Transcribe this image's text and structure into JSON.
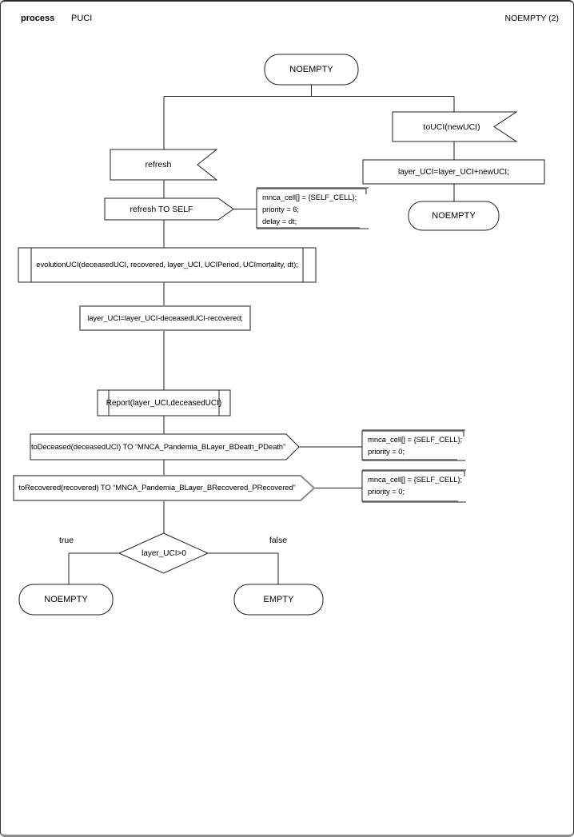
{
  "header": {
    "kind": "process",
    "name": "PUCI",
    "page": "NOEMPTY (2)"
  },
  "nodes": {
    "state_top": "NOEMPTY",
    "input_refresh": "refresh",
    "output_refresh_to_self": "refresh TO SELF",
    "comment_refresh": {
      "line1": "mnca_cell[] = {SELF_CELL};",
      "line2": "priority = 6;",
      "line3": "delay = dt;"
    },
    "call_evolution": "evolutionUCI(deceasedUCI, recovered, layer_UCI, UCIPeriod, UCImortality, dt);",
    "task_decrease": "layer_UCI=layer_UCI-deceasedUCI-recovered;",
    "call_report": "Report(layer_UCI,deceasedUCI)",
    "output_to_deceased": "toDeceased(deceasedUCI) TO “MNCA_Pandemia_BLayer_BDeath_PDeath”",
    "comment_to_deceased": {
      "line1": "mnca_cell[] = {SELF_CELL};",
      "line2": "priority = 0;"
    },
    "output_to_recovered": "toRecovered(recovered) TO “MNCA_Pandemia_BLayer_BRecovered_PRecovered”",
    "comment_to_recovered": {
      "line1": "mnca_cell[] = {SELF_CELL};",
      "line2": "priority = 0;"
    },
    "decision": "layer_UCI>0",
    "label_true": "true",
    "label_false": "false",
    "state_true": "NOEMPTY",
    "state_false": "EMPTY",
    "input_touci": "toUCI(newUCI)",
    "task_increase": "layer_UCI=layer_UCI+newUCI;",
    "state_after_touci": "NOEMPTY"
  },
  "colors": {
    "stroke": "#1f1f1f",
    "gray": "#8a8a8a",
    "background": "#ffffff",
    "text": "#000000"
  }
}
